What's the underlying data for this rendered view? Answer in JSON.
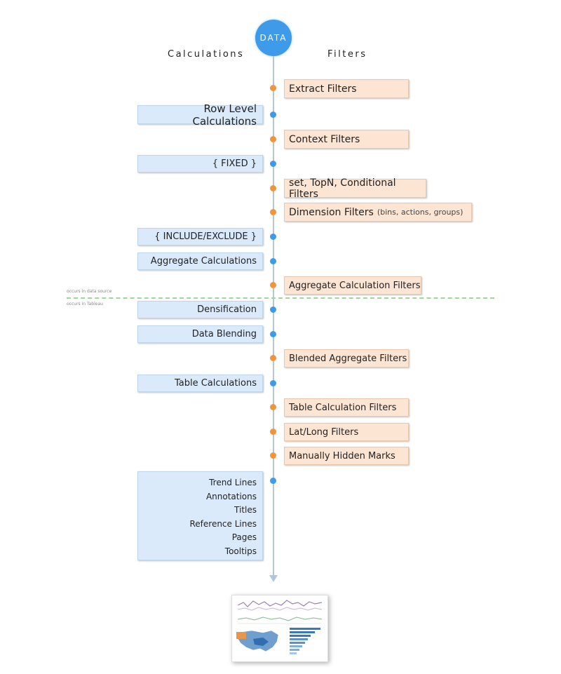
{
  "header": {
    "data_label": "DATA",
    "calculations_heading": "Calculations",
    "filters_heading": "Filters"
  },
  "zones": {
    "above": "occurs in data source",
    "below": "occurs in Tableau"
  },
  "calculations": {
    "row_level": "Row Level Calculations",
    "fixed": "{ FIXED }",
    "include_exclude": "{ INCLUDE/EXCLUDE }",
    "aggregate": "Aggregate Calculations",
    "densification": "Densification",
    "data_blending": "Data Blending",
    "table_calculations": "Table Calculations",
    "final_items": [
      "Trend Lines",
      "Annotations",
      "Titles",
      "Reference Lines",
      "Pages",
      "Tooltips"
    ]
  },
  "filters": {
    "extract": "Extract Filters",
    "context": "Context Filters",
    "set_topn_conditional": "set, TopN, Conditional Filters",
    "dimension": "Dimension Filters",
    "dimension_note": "(bins, actions, groups)",
    "aggregate_calc": "Aggregate Calculation Filters",
    "blended_aggregate": "Blended Aggregate Filters",
    "table_calc": "Table Calculation Filters",
    "lat_long": "Lat/Long Filters",
    "manually_hidden": "Manually Hidden Marks"
  },
  "colors": {
    "calc_dot": "#3d9be9",
    "filter_dot": "#f0953a",
    "calc_box": "#dbeafb",
    "filter_box": "#fde5d3",
    "divider": "#9fd79a"
  }
}
